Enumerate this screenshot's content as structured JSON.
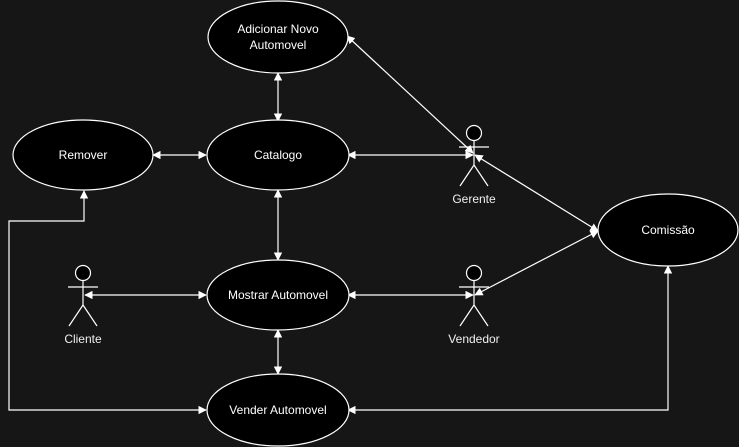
{
  "theme": {
    "background": "#161616",
    "ellipse_fill": "#000000",
    "stroke": "#ffffff"
  },
  "use_cases": {
    "adicionar": "Adicionar Novo Automovel",
    "catalogo": "Catalogo",
    "remover": "Remover",
    "mostrar": "Mostrar Automovel",
    "vender": "Vender Automovel",
    "comissao": "Comissão"
  },
  "actors": {
    "gerente": "Gerente",
    "cliente": "Cliente",
    "vendedor": "Vendedor"
  }
}
